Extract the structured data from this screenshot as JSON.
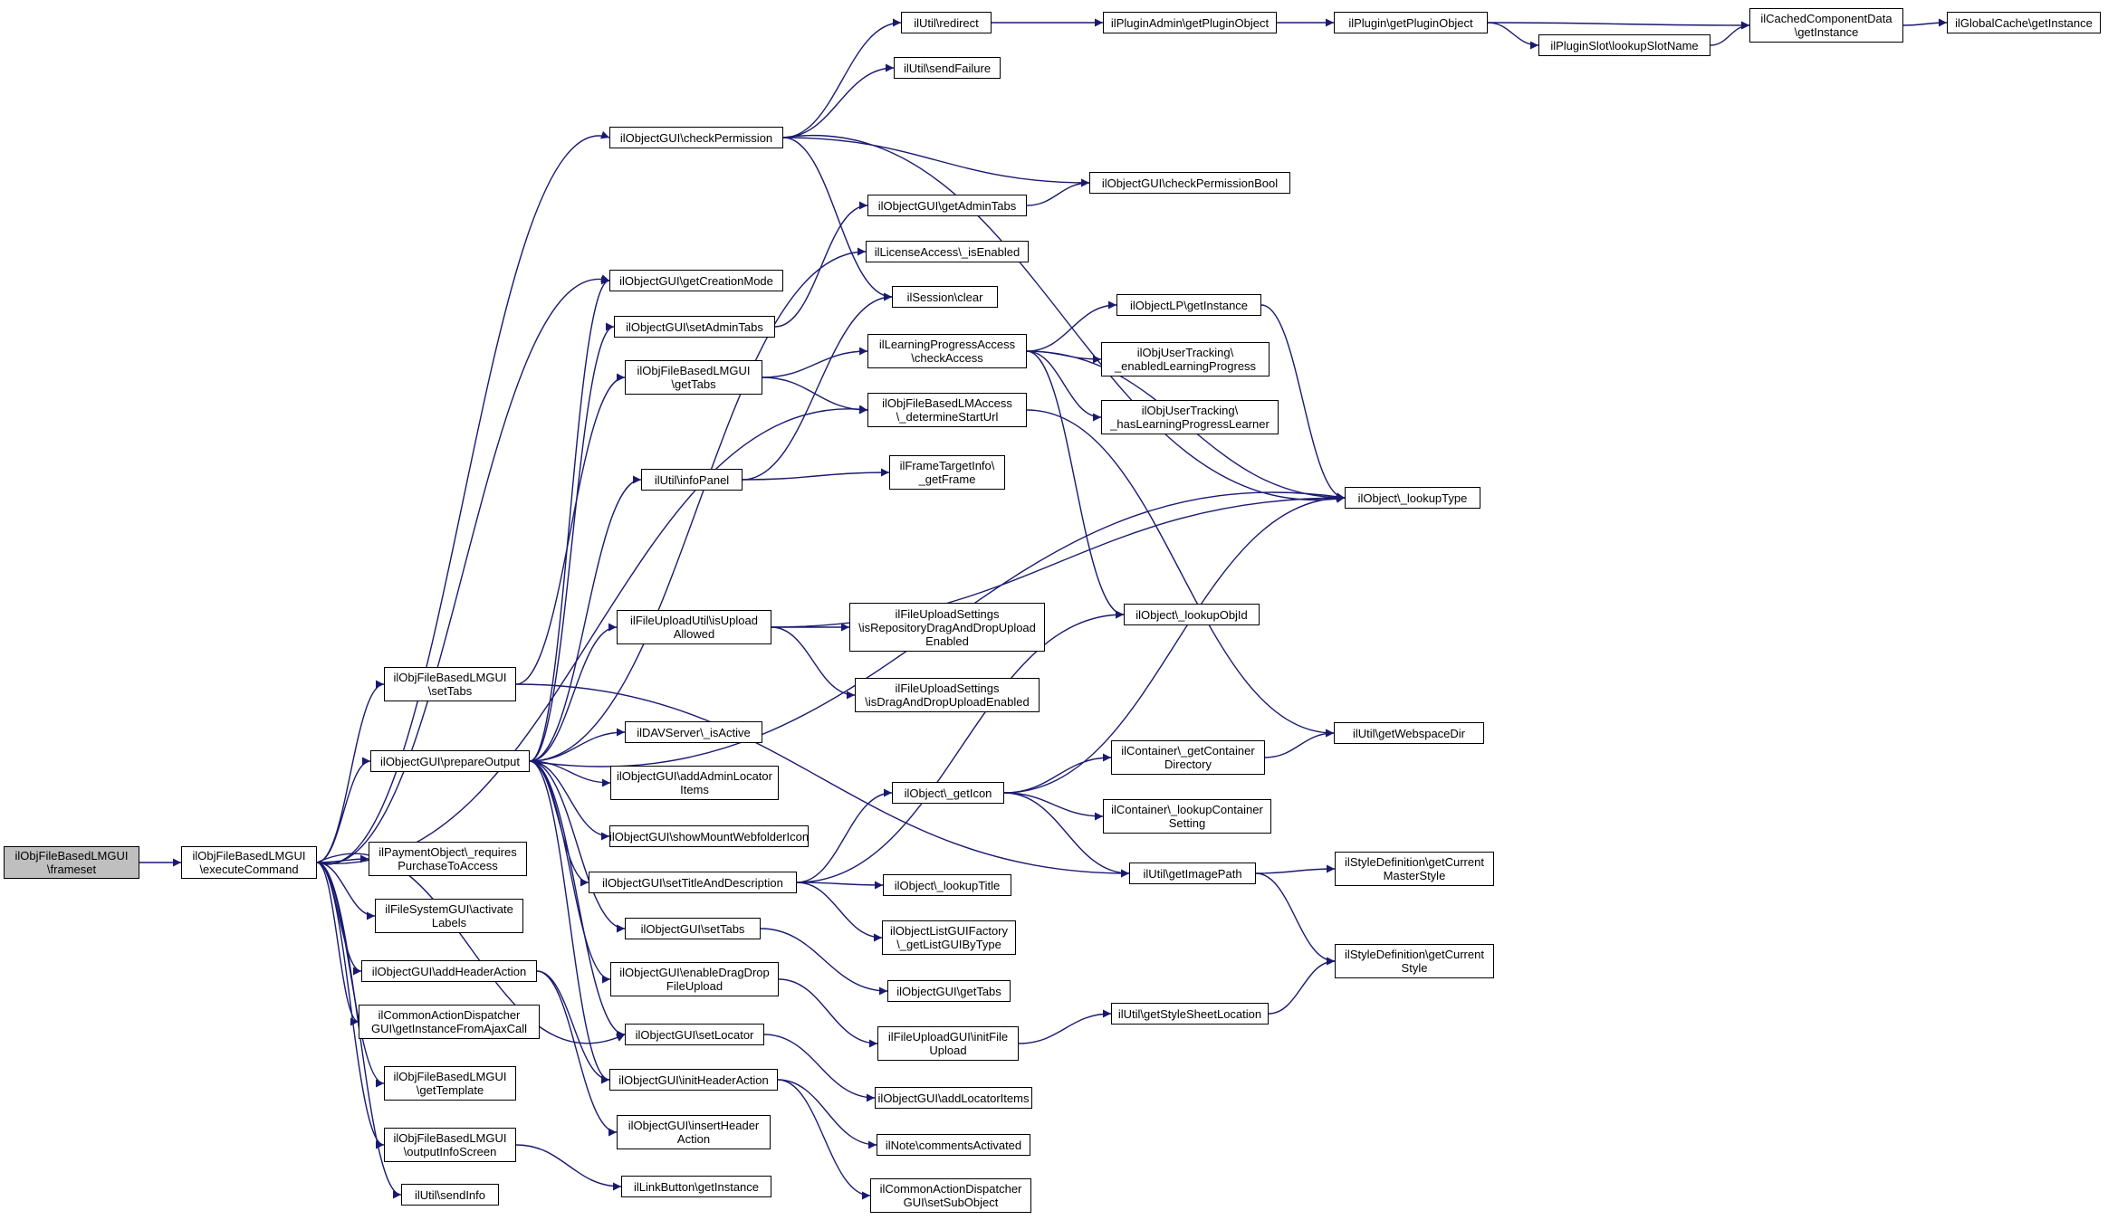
{
  "colors": {
    "edge": "#191970",
    "root_fill": "#bfbfbf",
    "node_fill": "#ffffff",
    "node_border": "#000000"
  },
  "nodes": {
    "frameset": {
      "lines": [
        "ilObjFileBasedLMGUI",
        "\\frameset"
      ]
    },
    "executeCommand": {
      "lines": [
        "ilObjFileBasedLMGUI",
        "\\executeCommand"
      ]
    },
    "checkPermission": {
      "lines": [
        "ilObjectGUI\\checkPermission"
      ]
    },
    "getCreationMode": {
      "lines": [
        "ilObjectGUI\\getCreationMode"
      ]
    },
    "setAdminTabs": {
      "lines": [
        "ilObjectGUI\\setAdminTabs"
      ]
    },
    "getTabsLM": {
      "lines": [
        "ilObjFileBasedLMGUI",
        "\\getTabs"
      ]
    },
    "infoPanel": {
      "lines": [
        "ilUtil\\infoPanel"
      ]
    },
    "isUploadAllowed": {
      "lines": [
        "ilFileUploadUtil\\isUpload",
        "Allowed"
      ]
    },
    "setTabsLM": {
      "lines": [
        "ilObjFileBasedLMGUI",
        "\\setTabs"
      ]
    },
    "prepareOutput": {
      "lines": [
        "ilObjectGUI\\prepareOutput"
      ]
    },
    "requiresPurchase": {
      "lines": [
        "ilPaymentObject\\_requires",
        "PurchaseToAccess"
      ]
    },
    "activateLabels": {
      "lines": [
        "ilFileSystemGUI\\activate",
        "Labels"
      ]
    },
    "addHeaderAction": {
      "lines": [
        "ilObjectGUI\\addHeaderAction"
      ]
    },
    "getInstanceFromAjaxCall": {
      "lines": [
        "ilCommonActionDispatcher",
        "GUI\\getInstanceFromAjaxCall"
      ]
    },
    "getTemplate": {
      "lines": [
        "ilObjFileBasedLMGUI",
        "\\getTemplate"
      ]
    },
    "outputInfoScreen": {
      "lines": [
        "ilObjFileBasedLMGUI",
        "\\outputInfoScreen"
      ]
    },
    "sendInfo": {
      "lines": [
        "ilUtil\\sendInfo"
      ]
    },
    "redirect": {
      "lines": [
        "ilUtil\\redirect"
      ]
    },
    "sendFailure": {
      "lines": [
        "ilUtil\\sendFailure"
      ]
    },
    "getAdminTabs": {
      "lines": [
        "ilObjectGUI\\getAdminTabs"
      ]
    },
    "licenseIsEnabled": {
      "lines": [
        "ilLicenseAccess\\_isEnabled"
      ]
    },
    "sessionClear": {
      "lines": [
        "ilSession\\clear"
      ]
    },
    "checkAccess": {
      "lines": [
        "ilLearningProgressAccess",
        "\\checkAccess"
      ]
    },
    "determineStartUrl": {
      "lines": [
        "ilObjFileBasedLMAccess",
        "\\_determineStartUrl"
      ]
    },
    "getFrame": {
      "lines": [
        "ilFrameTargetInfo\\",
        "_getFrame"
      ]
    },
    "isRepoDragDrop": {
      "lines": [
        "ilFileUploadSettings",
        "\\isRepositoryDragAndDropUpload",
        "Enabled"
      ]
    },
    "isDragDropEnabled": {
      "lines": [
        "ilFileUploadSettings",
        "\\isDragAndDropUploadEnabled"
      ]
    },
    "davIsActive": {
      "lines": [
        "ilDAVServer\\_isActive"
      ]
    },
    "addAdminLocatorItems": {
      "lines": [
        "ilObjectGUI\\addAdminLocator",
        "Items"
      ]
    },
    "showMountWebfolderIcon": {
      "lines": [
        "ilObjectGUI\\showMountWebfolderIcon"
      ]
    },
    "setTitleAndDescription": {
      "lines": [
        "ilObjectGUI\\setTitleAndDescription"
      ]
    },
    "setTabsObj": {
      "lines": [
        "ilObjectGUI\\setTabs"
      ]
    },
    "enableDragDrop": {
      "lines": [
        "ilObjectGUI\\enableDragDrop",
        "FileUpload"
      ]
    },
    "setLocator": {
      "lines": [
        "ilObjectGUI\\setLocator"
      ]
    },
    "initHeaderAction": {
      "lines": [
        "ilObjectGUI\\initHeaderAction"
      ]
    },
    "insertHeaderAction": {
      "lines": [
        "ilObjectGUI\\insertHeader",
        "Action"
      ]
    },
    "linkButtonGetInstance": {
      "lines": [
        "ilLinkButton\\getInstance"
      ]
    },
    "pluginAdminGet": {
      "lines": [
        "ilPluginAdmin\\getPluginObject"
      ]
    },
    "pluginGet": {
      "lines": [
        "ilPlugin\\getPluginObject"
      ]
    },
    "lookupSlotName": {
      "lines": [
        "ilPluginSlot\\lookupSlotName"
      ]
    },
    "cachedGetInstance": {
      "lines": [
        "ilCachedComponentData",
        "\\getInstance"
      ]
    },
    "globalCacheGetInstance": {
      "lines": [
        "ilGlobalCache\\getInstance"
      ]
    },
    "checkPermissionBool": {
      "lines": [
        "ilObjectGUI\\checkPermissionBool"
      ]
    },
    "lpGetInstance": {
      "lines": [
        "ilObjectLP\\getInstance"
      ]
    },
    "enabledLearningProgress": {
      "lines": [
        "ilObjUserTracking\\",
        "_enabledLearningProgress"
      ]
    },
    "hasLPLearner": {
      "lines": [
        "ilObjUserTracking\\",
        "_hasLearningProgressLearner"
      ]
    },
    "lookupType": {
      "lines": [
        "ilObject\\_lookupType"
      ]
    },
    "lookupObjId": {
      "lines": [
        "ilObject\\_lookupObjId"
      ]
    },
    "getWebspaceDir": {
      "lines": [
        "ilUtil\\getWebspaceDir"
      ]
    },
    "getContainerDirectory": {
      "lines": [
        "ilContainer\\_getContainer",
        "Directory"
      ]
    },
    "lookupContainerSetting": {
      "lines": [
        "ilContainer\\_lookupContainer",
        "Setting"
      ]
    },
    "getIcon": {
      "lines": [
        "ilObject\\_getIcon"
      ]
    },
    "getImagePath": {
      "lines": [
        "ilUtil\\getImagePath"
      ]
    },
    "getCurrentMasterStyle": {
      "lines": [
        "ilStyleDefinition\\getCurrent",
        "MasterStyle"
      ]
    },
    "getCurrentStyle": {
      "lines": [
        "ilStyleDefinition\\getCurrent",
        "Style"
      ]
    },
    "lookupTitle": {
      "lines": [
        "ilObject\\_lookupTitle"
      ]
    },
    "listGUIByType": {
      "lines": [
        "ilObjectListGUIFactory",
        "\\_getListGUIByType"
      ]
    },
    "getTabsObj": {
      "lines": [
        "ilObjectGUI\\getTabs"
      ]
    },
    "initFileUpload": {
      "lines": [
        "ilFileUploadGUI\\initFile",
        "Upload"
      ]
    },
    "getStyleSheetLocation": {
      "lines": [
        "ilUtil\\getStyleSheetLocation"
      ]
    },
    "addLocatorItems": {
      "lines": [
        "ilObjectGUI\\addLocatorItems"
      ]
    },
    "commentsActivated": {
      "lines": [
        "ilNote\\commentsActivated"
      ]
    },
    "setSubObject": {
      "lines": [
        "ilCommonActionDispatcher",
        "GUI\\setSubObject"
      ]
    }
  }
}
